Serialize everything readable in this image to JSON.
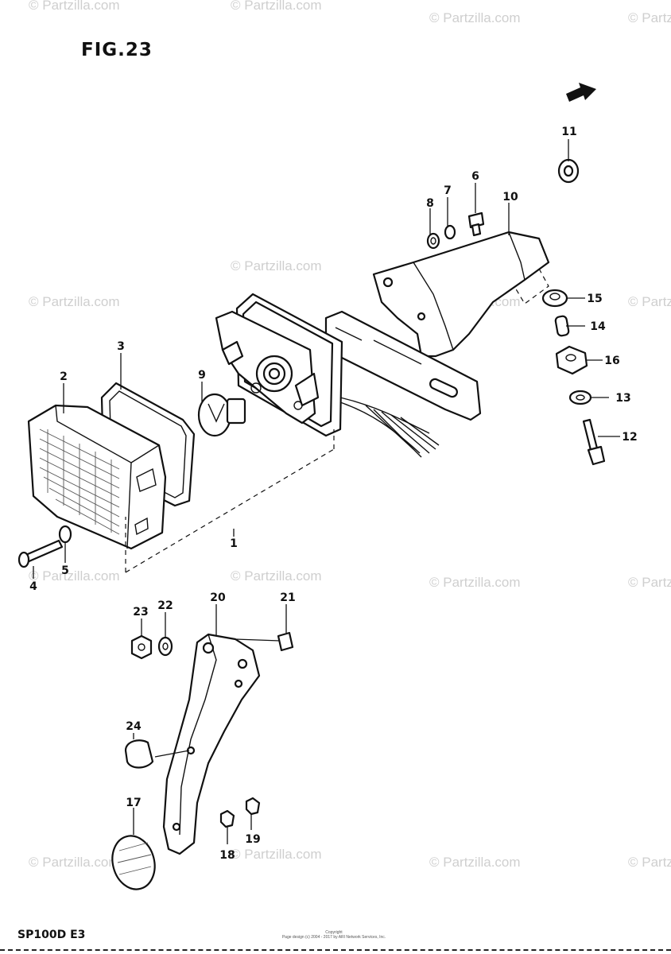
{
  "figure": {
    "title": "FIG.23",
    "model": "SP100D E3",
    "copyright_lines": [
      "Copyright",
      "Page design (c) 2004 - 2017 by ARI Network Services, Inc."
    ]
  },
  "watermark": "© Partzilla.com",
  "callouts": [
    {
      "id": "1",
      "part": "tail-lamp-assembly"
    },
    {
      "id": "2",
      "part": "lens"
    },
    {
      "id": "3",
      "part": "lens-gasket"
    },
    {
      "id": "4",
      "part": "screw"
    },
    {
      "id": "5",
      "part": "washer"
    },
    {
      "id": "6",
      "part": "bolt"
    },
    {
      "id": "7",
      "part": "lock-washer"
    },
    {
      "id": "8",
      "part": "washer"
    },
    {
      "id": "9",
      "part": "bulb"
    },
    {
      "id": "10",
      "part": "lamp-bracket"
    },
    {
      "id": "11",
      "part": "cap-nut"
    },
    {
      "id": "12",
      "part": "bolt"
    },
    {
      "id": "13",
      "part": "washer"
    },
    {
      "id": "14",
      "part": "collar"
    },
    {
      "id": "15",
      "part": "cushion"
    },
    {
      "id": "16",
      "part": "cushion"
    },
    {
      "id": "17",
      "part": "reflex-reflector"
    },
    {
      "id": "18",
      "part": "nut"
    },
    {
      "id": "19",
      "part": "nut"
    },
    {
      "id": "20",
      "part": "reflector-bracket"
    },
    {
      "id": "21",
      "part": "bolt"
    },
    {
      "id": "22",
      "part": "washer"
    },
    {
      "id": "23",
      "part": "nut"
    },
    {
      "id": "24",
      "part": "grommet"
    }
  ],
  "icons": {
    "direction": "front-arrow-icon"
  }
}
